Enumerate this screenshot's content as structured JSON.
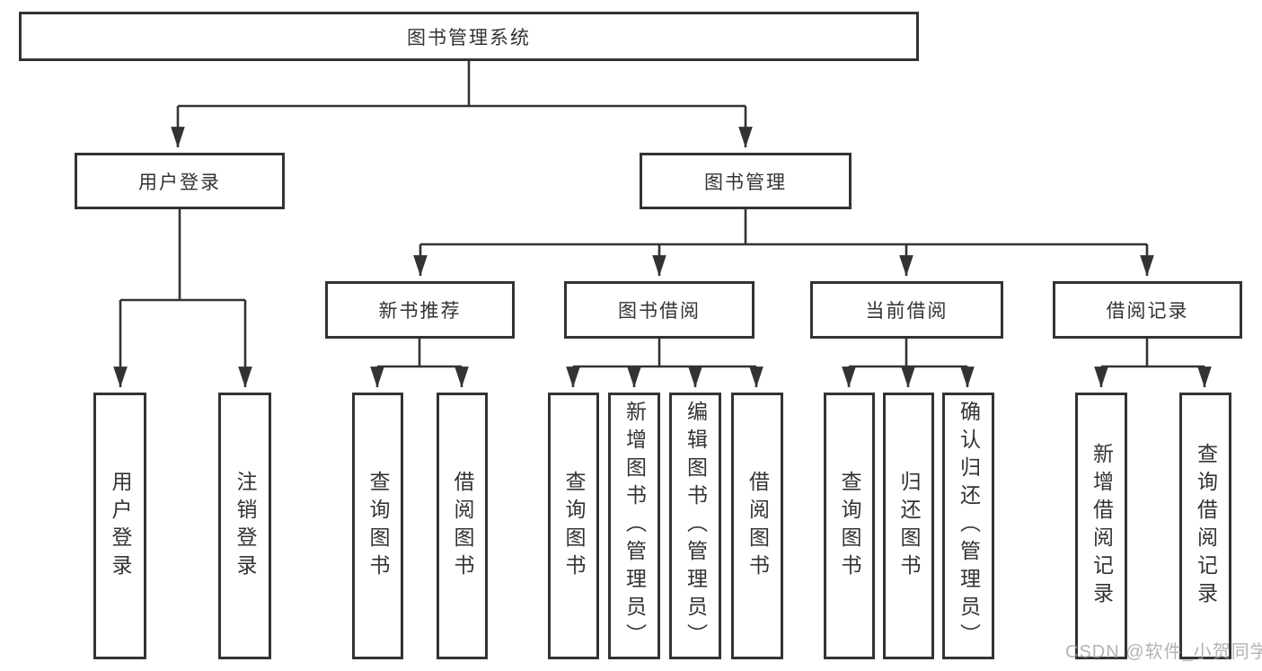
{
  "tree": {
    "root": "图书管理系统",
    "branches": [
      {
        "label": "用户登录",
        "children": [
          "用户登录",
          "注销登录"
        ]
      },
      {
        "label": "图书管理",
        "groups": [
          {
            "label": "新书推荐",
            "children": [
              "查询图书",
              "借阅图书"
            ]
          },
          {
            "label": "图书借阅",
            "children": [
              "查询图书",
              "新增图书（管理员）",
              "编辑图书（管理员）",
              "借阅图书"
            ]
          },
          {
            "label": "当前借阅",
            "children": [
              "查询图书",
              "归还图书",
              "确认归还（管理员）"
            ]
          },
          {
            "label": "借阅记录",
            "children": [
              "新增借阅记录",
              "查询借阅记录"
            ]
          }
        ]
      }
    ]
  },
  "watermark": "CSDN @软件_小贺同学",
  "colors": {
    "line": "#333333",
    "text": "#333333",
    "box_background": "#ffffff",
    "page_background": "#ffffff",
    "watermark": "#a6a6a6"
  }
}
